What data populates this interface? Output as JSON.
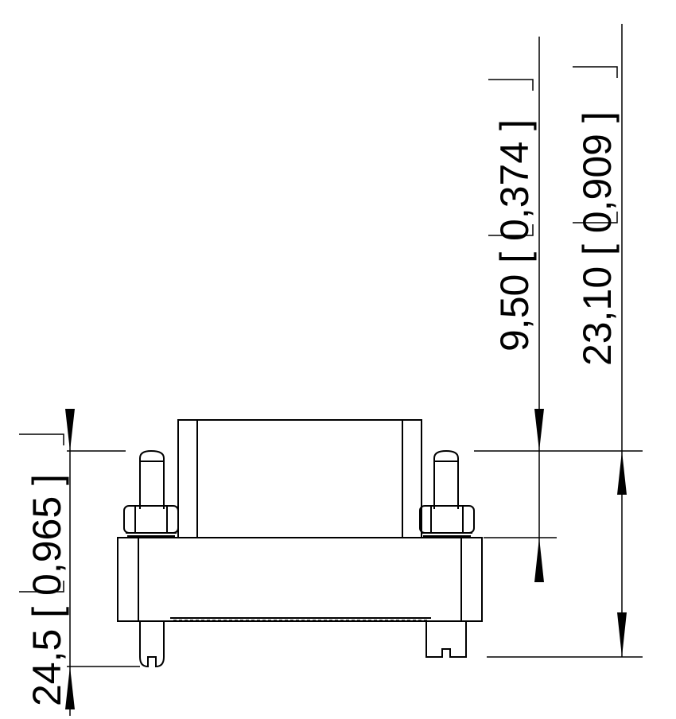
{
  "dimensions": {
    "overall_height": {
      "value_mm": "23,10",
      "value_in": "0,909"
    },
    "upper_height": {
      "value_mm": "9,50",
      "value_in": "0,374"
    },
    "left_height": {
      "value_mm": "24,5",
      "value_in": "0,965"
    }
  },
  "colors": {
    "line": "#000000",
    "background": "#ffffff"
  }
}
